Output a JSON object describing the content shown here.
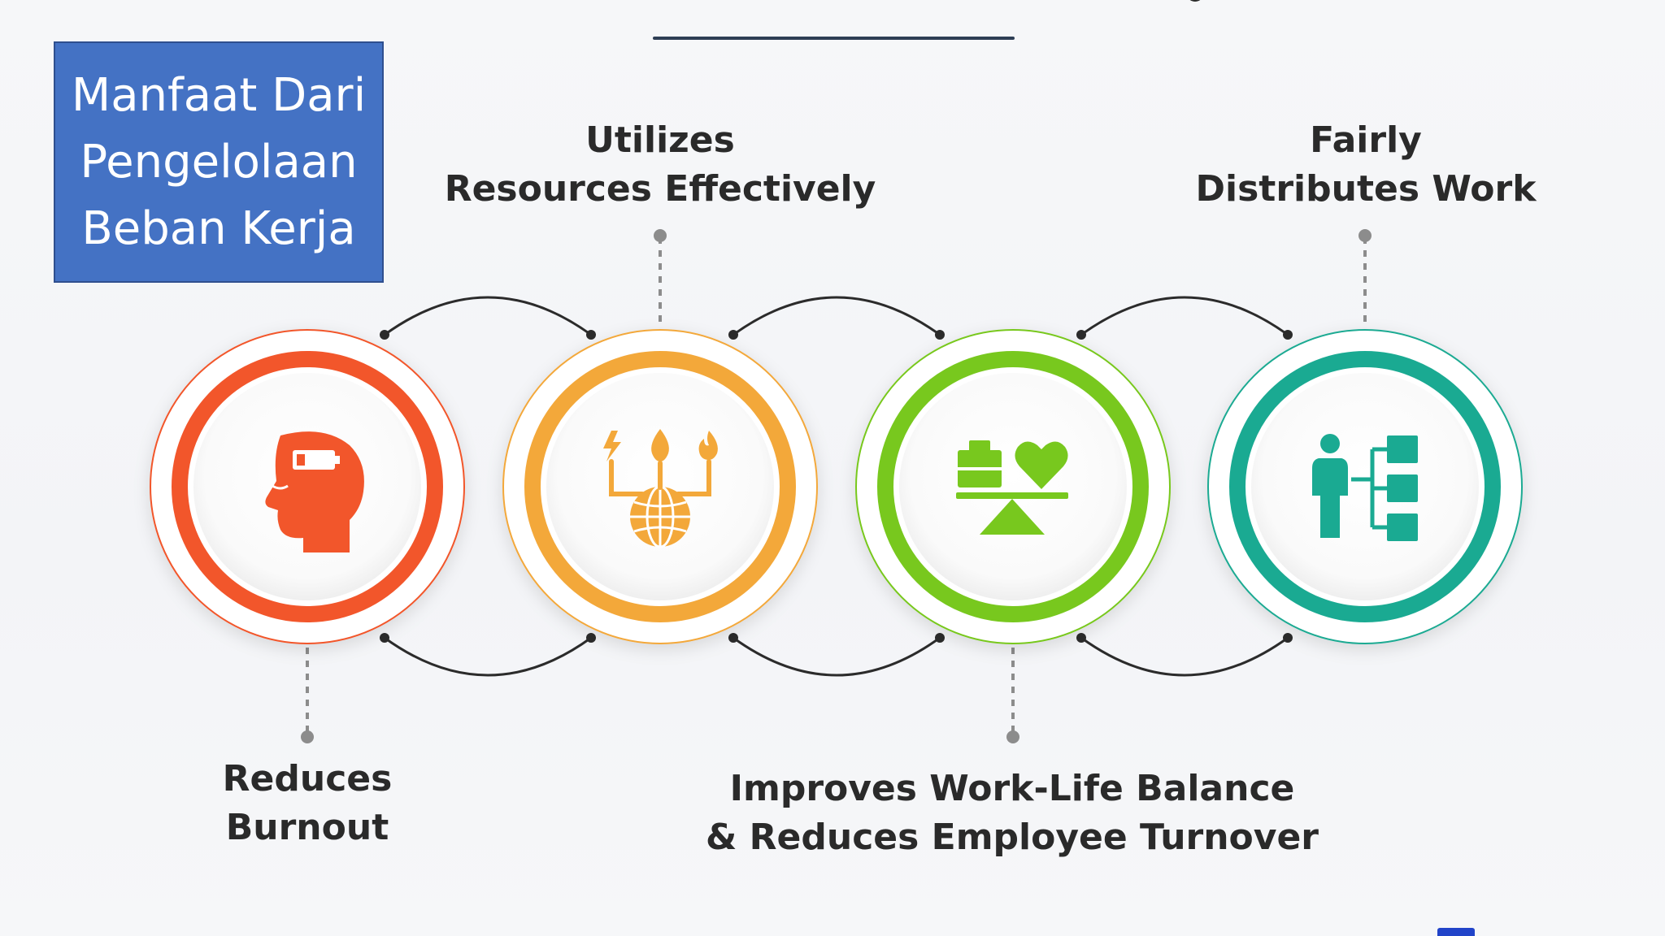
{
  "title": {
    "lines": [
      "Manfaat Dari",
      "Pengelolaan",
      "Beban Kerja"
    ]
  },
  "benefits": [
    {
      "lines": [
        "Reduces",
        "Burnout"
      ],
      "color": "#f2562b",
      "icon": "head-low-battery-icon"
    },
    {
      "lines": [
        "Utilizes",
        "Resources Effectively"
      ],
      "color": "#f3a83a",
      "icon": "globe-resources-icon"
    },
    {
      "lines": [
        "Improves Work-Life Balance",
        "& Reduces Employee Turnover"
      ],
      "color": "#78c81e",
      "icon": "balance-scale-heart-icon"
    },
    {
      "lines": [
        "Fairly",
        "Distributes Work"
      ],
      "color": "#1aaa92",
      "icon": "person-task-hierarchy-icon"
    }
  ],
  "colors": {
    "title_bg": "#4472c4",
    "text": "#2a2a2a",
    "connector": "#2b2b2b",
    "dotted": "#8c8c8c"
  }
}
